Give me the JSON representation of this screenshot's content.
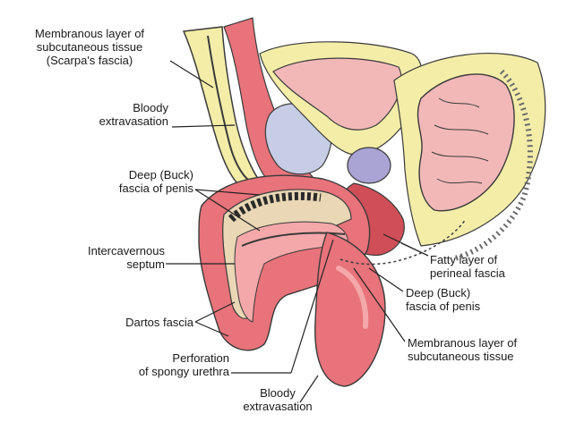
{
  "colors": {
    "outline": "#3a3a3a",
    "fat_yellow": "#f3eda8",
    "blood_pink": "#e8737a",
    "blood_pink_light": "#f4a8aa",
    "blood_pink_dark": "#cf4e58",
    "bladder_blue": "#c8cde6",
    "prostate_purple": "#a9a4d4",
    "bowel_pink": "#f2b8b8",
    "fascia_tan": "#e9d7b5",
    "leader_line": "#222222"
  },
  "labels": {
    "scarpa": "Membranous layer of\nsubcutaneous tissue\n(Scarpa's fascia)",
    "bloody_top": "Bloody\nextravasation",
    "deep_buck_left": "Deep (Buck)\nfascia of penis",
    "intercavernous": "Intercavernous\nseptum",
    "dartos": "Dartos fascia",
    "perforation": "Perforation\nof spongy urethra",
    "bloody_bottom": "Bloody\nextravasation",
    "fatty_layer": "Fatty layer of\nperineal fascia",
    "deep_buck_right": "Deep (Buck)\nfascia of penis",
    "membranous_right": "Membranous layer of\nsubcutaneous tissue"
  }
}
